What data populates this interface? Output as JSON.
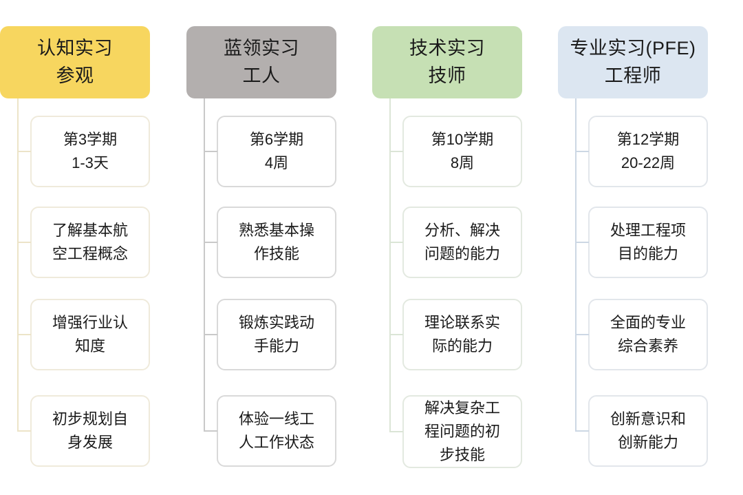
{
  "diagram": {
    "type": "internship-progression-tree",
    "background": "#ffffff",
    "columns": [
      {
        "id": "cognitive-internship",
        "header": {
          "lines": [
            "认知实习",
            "参观"
          ],
          "fill": "#f7d65f",
          "text_color": "#1a1a1a"
        },
        "accent": "#ece4c8",
        "border": "#efeadb",
        "children": [
          {
            "lines": [
              "第3学期",
              "1-3天"
            ]
          },
          {
            "lines": [
              "了解基本航",
              "空工程概念"
            ]
          },
          {
            "lines": [
              "增强行业认",
              "知度"
            ]
          },
          {
            "lines": [
              "初步规划自",
              "身发展"
            ]
          }
        ]
      },
      {
        "id": "blue-collar-internship",
        "header": {
          "lines": [
            "蓝领实习",
            "工人"
          ],
          "fill": "#b3afae",
          "text_color": "#1a1a1a"
        },
        "accent": "#c9c9c9",
        "border": "#d9d9d9",
        "children": [
          {
            "lines": [
              "第6学期",
              "4周"
            ]
          },
          {
            "lines": [
              "熟悉基本操",
              "作技能"
            ]
          },
          {
            "lines": [
              "锻炼实践动",
              "手能力"
            ]
          },
          {
            "lines": [
              "体验一线工",
              "人工作状态"
            ]
          }
        ]
      },
      {
        "id": "technical-internship",
        "header": {
          "lines": [
            "技术实习",
            "技师"
          ],
          "fill": "#c6e0b4",
          "text_color": "#1a1a1a"
        },
        "accent": "#dbe5d6",
        "border": "#e3e9e0",
        "children": [
          {
            "lines": [
              "第10学期",
              "8周"
            ]
          },
          {
            "lines": [
              "分析、解决",
              "问题的能力"
            ]
          },
          {
            "lines": [
              "理论联系实",
              "际的能力"
            ]
          },
          {
            "lines": [
              "解决复杂工",
              "程问题的初",
              "步技能"
            ]
          }
        ]
      },
      {
        "id": "professional-internship-pfe",
        "header": {
          "lines": [
            "专业实习(PFE)",
            "工程师"
          ],
          "fill": "#dce6f1",
          "text_color": "#1a1a1a"
        },
        "accent": "#ccd7e4",
        "border": "#e2e6eb",
        "children": [
          {
            "lines": [
              "第12学期",
              "20-22周"
            ]
          },
          {
            "lines": [
              "处理工程项",
              "目的能力"
            ]
          },
          {
            "lines": [
              "全面的专业",
              "综合素养"
            ]
          },
          {
            "lines": [
              "创新意识和",
              "创新能力"
            ]
          }
        ]
      }
    ]
  }
}
